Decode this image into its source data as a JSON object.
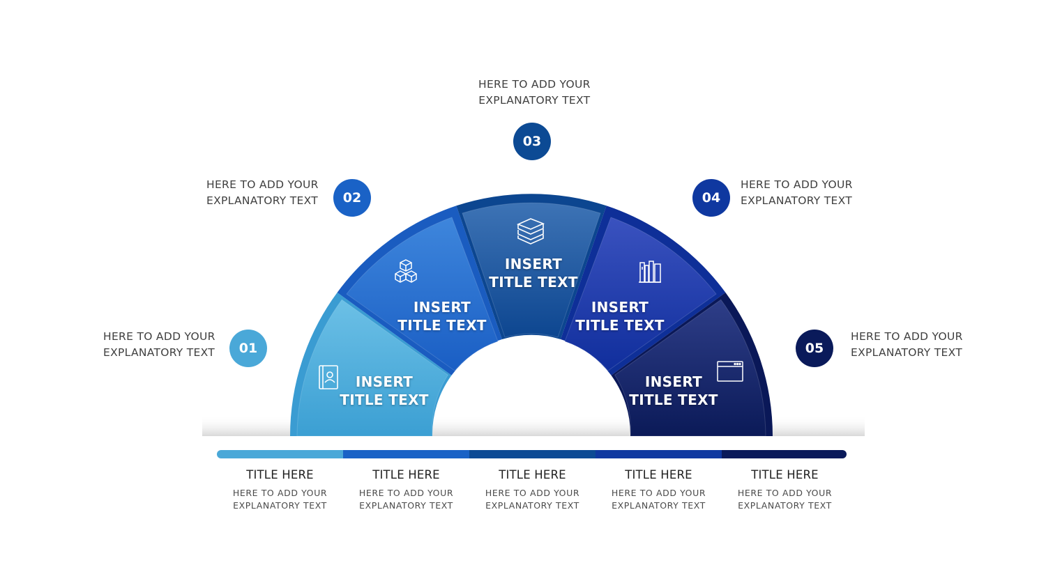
{
  "diagram": {
    "steps": [
      {
        "number": "01",
        "color": "#4aa8d8",
        "segment_title": [
          "INSERT",
          "TITLE TEXT"
        ],
        "callout": [
          "HERE TO ADD YOUR",
          "EXPLANATORY TEXT"
        ],
        "icon": "contact-book-icon"
      },
      {
        "number": "02",
        "color": "#1a62c6",
        "segment_title": [
          "INSERT",
          "TITLE TEXT"
        ],
        "callout": [
          "HERE TO ADD YOUR",
          "EXPLANATORY TEXT"
        ],
        "icon": "cubes-icon"
      },
      {
        "number": "03",
        "color": "#0c4a94",
        "segment_title": [
          "INSERT",
          "TITLE TEXT"
        ],
        "callout": [
          "HERE TO ADD YOUR",
          "EXPLANATORY TEXT"
        ],
        "icon": "book-stack-icon"
      },
      {
        "number": "04",
        "color": "#0f38a0",
        "segment_title": [
          "INSERT",
          "TITLE TEXT"
        ],
        "callout": [
          "HERE TO ADD YOUR",
          "EXPLANATORY TEXT"
        ],
        "icon": "bookshelf-icon"
      },
      {
        "number": "05",
        "color": "#0a1a5a",
        "segment_title": [
          "INSERT",
          "TITLE TEXT"
        ],
        "callout": [
          "HERE TO ADD YOUR",
          "EXPLANATORY TEXT"
        ],
        "icon": "browser-window-icon"
      }
    ],
    "columns": [
      {
        "title": "TITLE HERE",
        "text": [
          "HERE TO ADD YOUR",
          "EXPLANATORY TEXT"
        ]
      },
      {
        "title": "TITLE HERE",
        "text": [
          "HERE TO ADD YOUR",
          "EXPLANATORY TEXT"
        ]
      },
      {
        "title": "TITLE HERE",
        "text": [
          "HERE TO ADD YOUR",
          "EXPLANATORY TEXT"
        ]
      },
      {
        "title": "TITLE HERE",
        "text": [
          "HERE TO ADD YOUR",
          "EXPLANATORY TEXT"
        ]
      },
      {
        "title": "TITLE HERE",
        "text": [
          "HERE TO ADD YOUR",
          "EXPLANATORY TEXT"
        ]
      }
    ]
  }
}
